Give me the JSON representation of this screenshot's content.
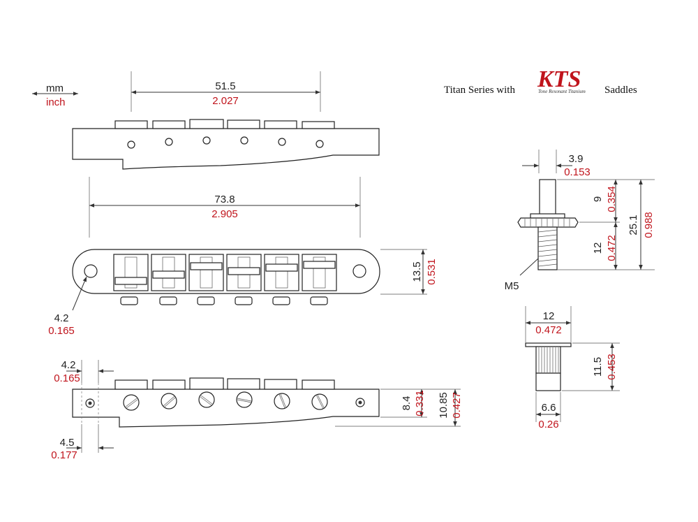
{
  "header": {
    "title_prefix": "Titan Series with",
    "title_suffix": "Saddles",
    "logo_text": "KTS",
    "logo_subtext": "Tone Resonant Titanium",
    "logo_primary": "#c0141c",
    "logo_secondary": "#d8a430"
  },
  "legend": {
    "unit_top": "mm",
    "unit_bottom": "inch"
  },
  "colors": {
    "imperial": "#c0141c",
    "metric": "#222222"
  },
  "top_view": {
    "saddle_span_mm": "51.5",
    "saddle_span_in": "2.027",
    "overall_mm": "73.8",
    "overall_in": "2.905"
  },
  "front_view": {
    "height_mm": "13.5",
    "height_in": "0.531",
    "hole_mm": "4.2",
    "hole_in": "0.165"
  },
  "side_view": {
    "left_top_mm": "4.2",
    "left_top_in": "0.165",
    "left_bottom_mm": "4.5",
    "left_bottom_in": "0.177",
    "inner_height_mm": "8.4",
    "inner_height_in": "0.331",
    "outer_height_mm": "10.85",
    "outer_height_in": "0.427"
  },
  "stud": {
    "width_mm": "3.9",
    "width_in": "0.153",
    "upper_mm": "9",
    "upper_in": "0.354",
    "lower_mm": "12",
    "lower_in": "0.472",
    "total_mm": "25.1",
    "total_in": "0.988",
    "thread": "M5"
  },
  "insert": {
    "width_mm": "12",
    "width_in": "0.472",
    "height_mm": "11.5",
    "height_in": "0.453",
    "base_mm": "6.6",
    "base_in": "0.26"
  }
}
